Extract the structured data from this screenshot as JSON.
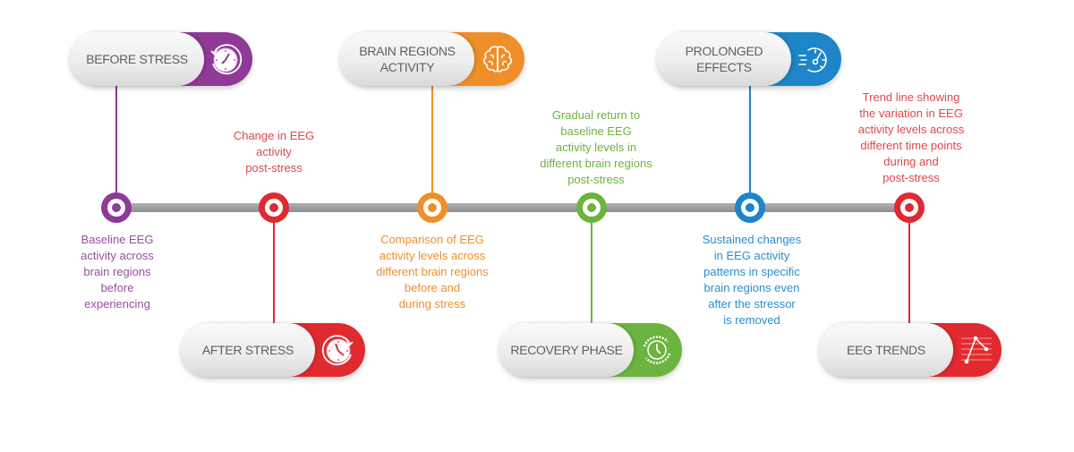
{
  "colors": {
    "purple": "#8e3a96",
    "red": "#e02a2f",
    "orange": "#ef8f2a",
    "green": "#6cb43f",
    "blue": "#1d85c8",
    "timeline": "#9a9a9a",
    "pill_text": "#5e5e5e"
  },
  "stages": [
    {
      "label": "BEFORE STRESS",
      "icon": "clock-rewind-icon",
      "color": "purple",
      "description": "Baseline EEG\nactivity across\nbrain regions\nbefore\nexperiencing"
    },
    {
      "label": "AFTER STRESS",
      "icon": "clock-forward-icon",
      "color": "red",
      "description": "Change in EEG\nactivity\npost-stress"
    },
    {
      "label": "BRAIN REGIONS\nACTIVITY",
      "icon": "brain-icon",
      "color": "orange",
      "description": "Comparison of EEG\nactivity levels across\ndifferent brain regions\nbefore and\nduring stress"
    },
    {
      "label": "RECOVERY PHASE",
      "icon": "clock-cycle-icon",
      "color": "green",
      "description": "Gradual return to\nbaseline EEG\nactivity levels in\ndifferent brain regions\npost-stress"
    },
    {
      "label": "PROLONGED\nEFFECTS",
      "icon": "speedometer-icon",
      "color": "blue",
      "description": "Sustained changes\nin EEG activity\npatterns in specific\nbrain regions even\nafter the stressor\nis removed"
    },
    {
      "label": "EEG TRENDS",
      "icon": "trend-line-icon",
      "color": "red",
      "description": "Trend line showing\nthe variation in EEG\nactivity levels across\ndifferent time points\nduring and\npost-stress"
    }
  ]
}
